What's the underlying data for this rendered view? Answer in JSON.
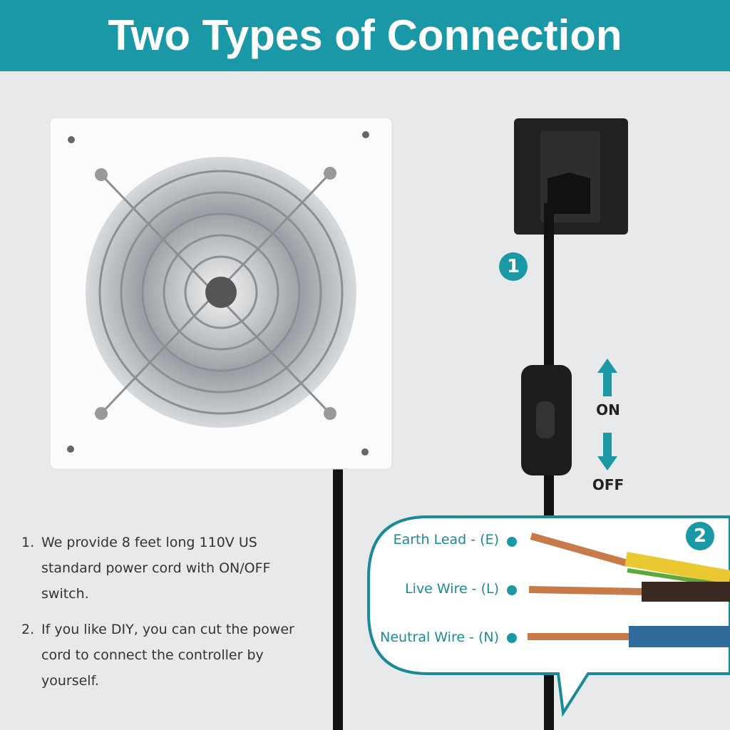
{
  "header": {
    "title": "Two Types of Connection"
  },
  "badges": {
    "one": "1",
    "two": "2"
  },
  "switch": {
    "on": "ON",
    "off": "OFF"
  },
  "wires": [
    {
      "label": "Earth Lead - (E)"
    },
    {
      "label": "Live Wire - (L)"
    },
    {
      "label": "Neutral Wire - (N)"
    }
  ],
  "steps": [
    {
      "num": "1.",
      "text": "We provide 8 feet long 110V US standard power cord with ON/OFF switch."
    },
    {
      "num": "2.",
      "text": "If you like DIY, you can cut the power cord to connect the controller by yourself."
    }
  ],
  "colors": {
    "accent": "#1a98a5"
  }
}
